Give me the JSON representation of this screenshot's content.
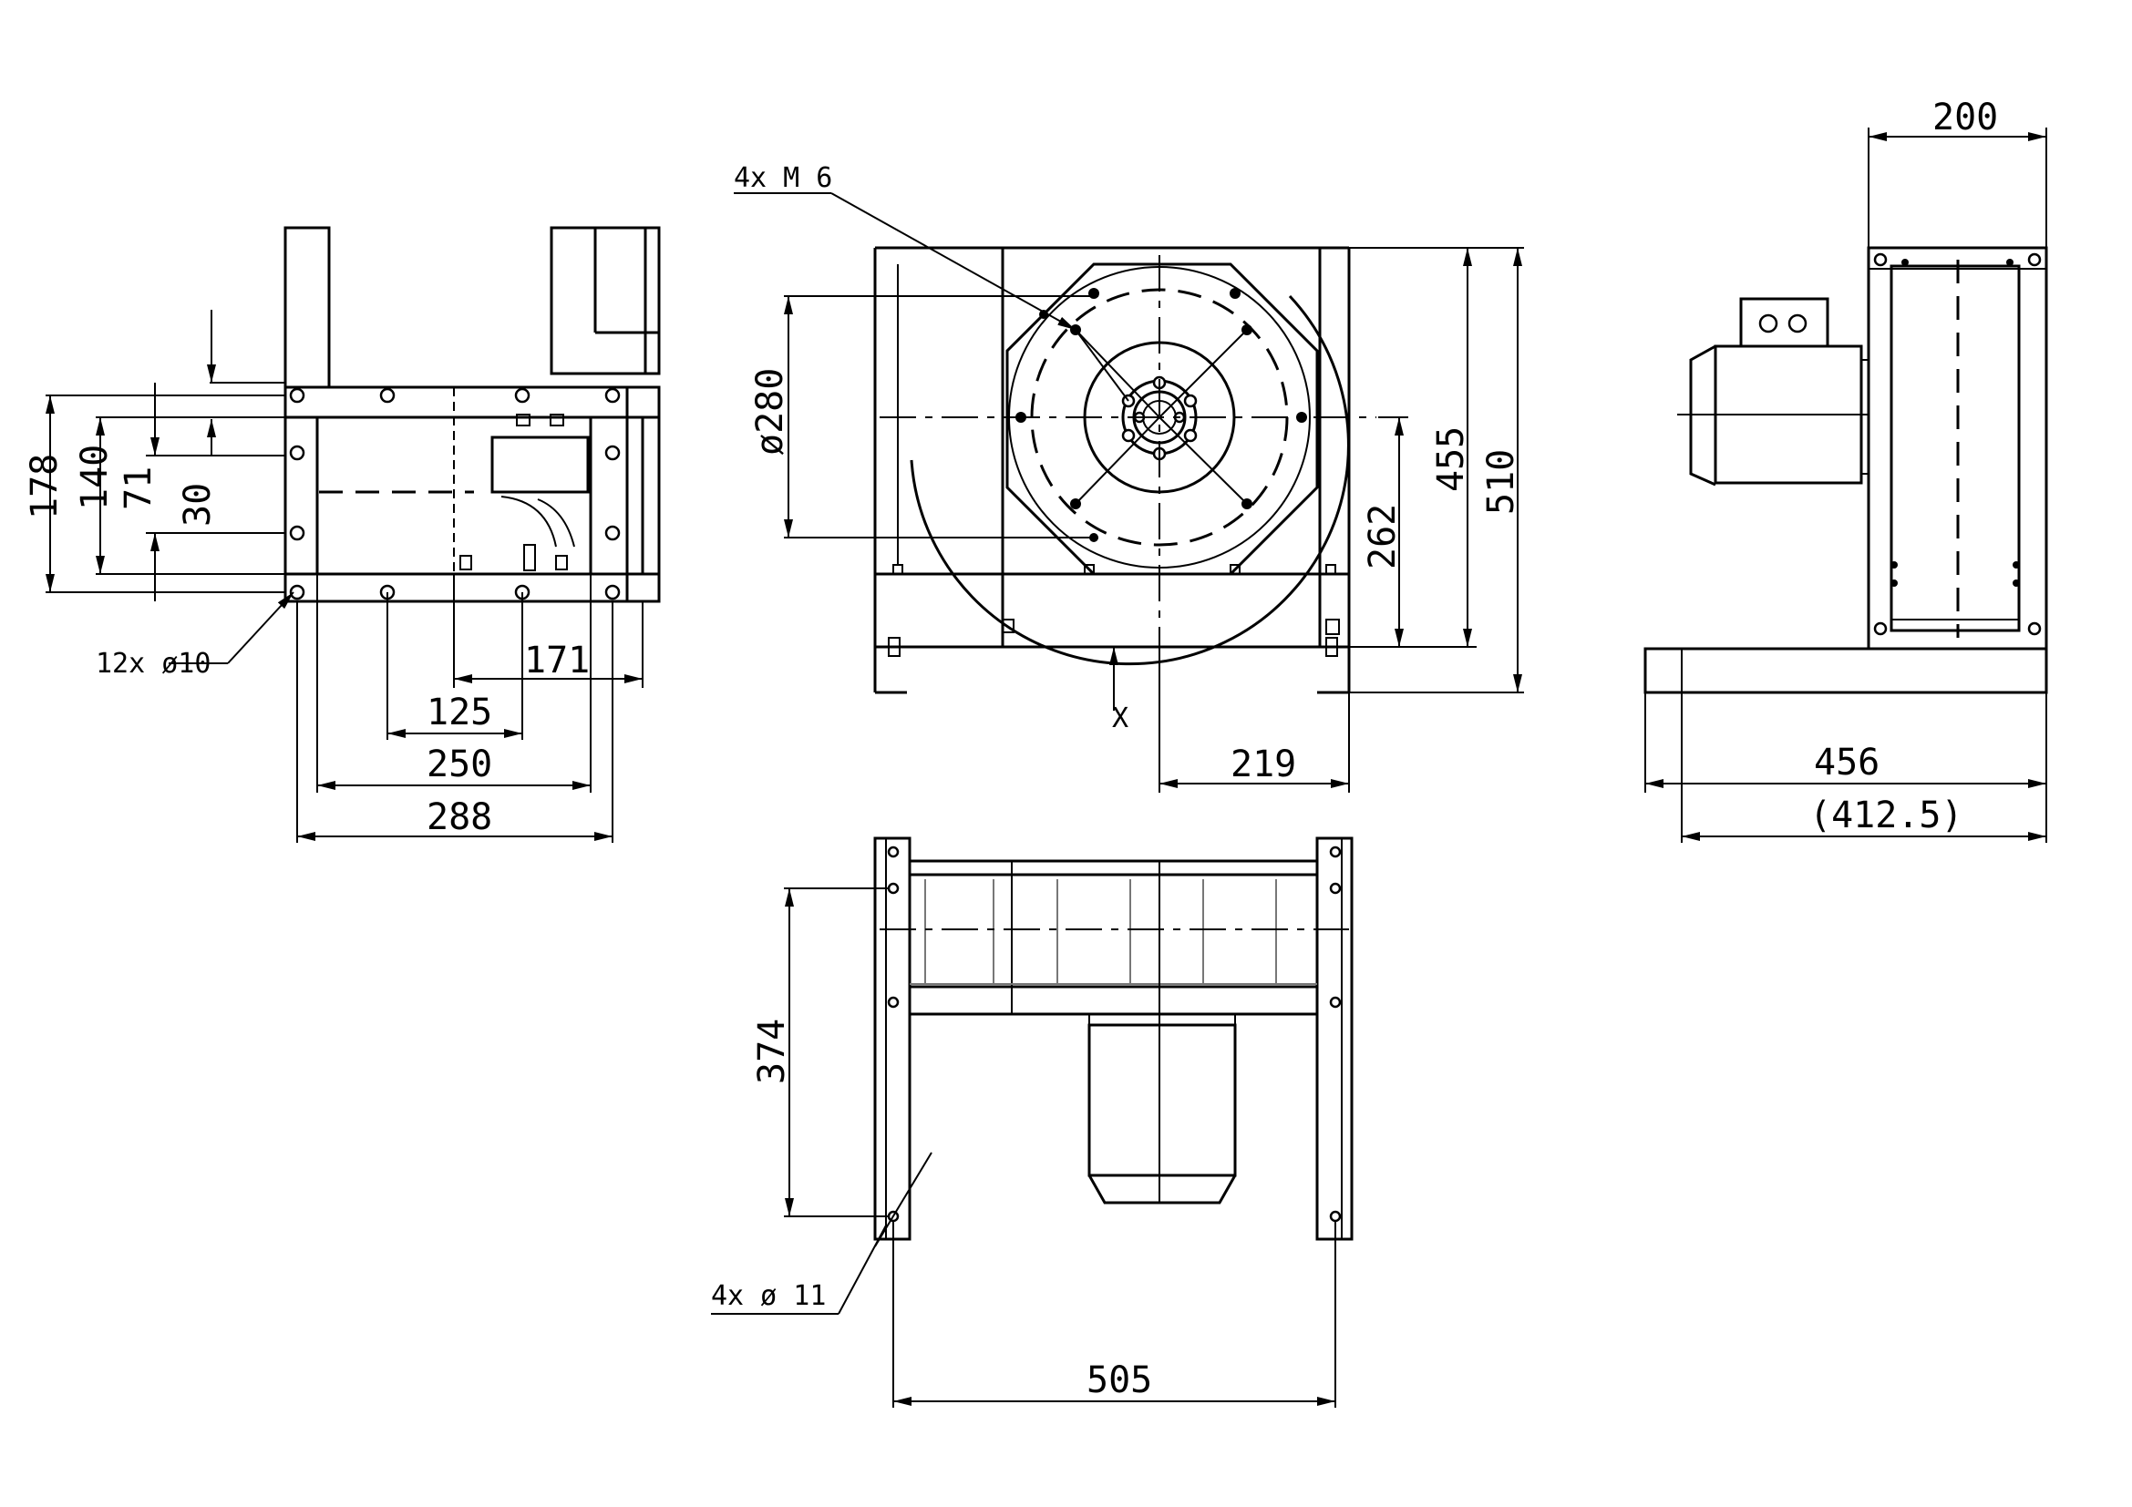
{
  "drawing": {
    "left_view": {
      "dims": {
        "d178": "178",
        "d140": "140",
        "d71": "71",
        "d30": "30",
        "d171": "171",
        "d125": "125",
        "d250": "250",
        "d288": "288"
      },
      "note_holes": "12x ø10"
    },
    "front_view": {
      "note_thread": "4x M 6",
      "dims": {
        "d280": "ø280",
        "d455": "455",
        "d510": "510",
        "d262": "262",
        "d219": "219"
      },
      "marker_x": "X"
    },
    "right_view": {
      "dims": {
        "d200": "200",
        "d456": "456",
        "d412": "(412.5)"
      }
    },
    "bottom_view": {
      "dims": {
        "d374": "374",
        "d505": "505"
      },
      "note_holes": "4x ø 11"
    }
  }
}
